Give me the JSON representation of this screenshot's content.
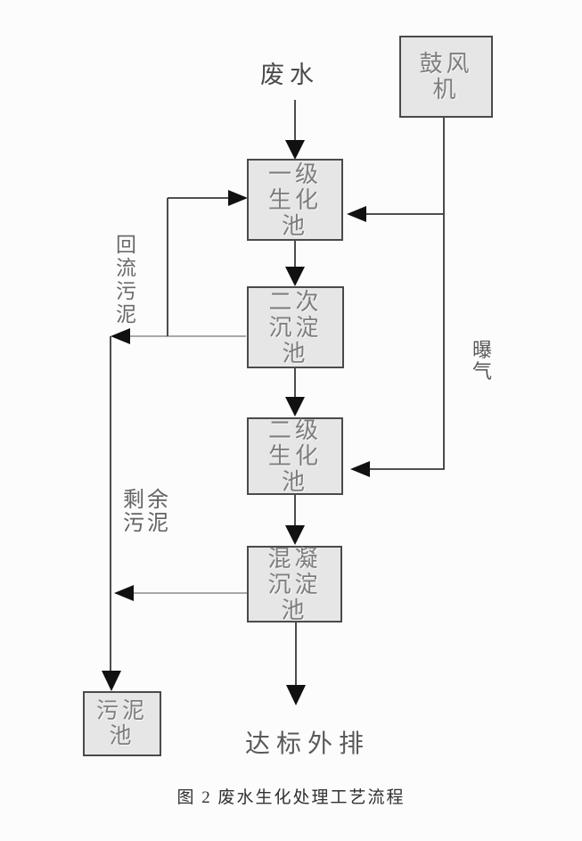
{
  "caption": "图 2 废水生化处理工艺流程",
  "nodes": {
    "blower": "鼓风\n机",
    "primary_bio": "一级\n生化\n池",
    "secondary_sed": "二次\n沉淀\n池",
    "secondary_bio": "二级\n生化\n池",
    "coag_sed": "混凝\n沉淀\n池",
    "sludge_pool": "污泥\n池"
  },
  "labels": {
    "influent": "废水",
    "return_sludge": "回\n流\n污\n泥",
    "excess_sludge": "剩余\n污泥",
    "aeration": "曝\n气",
    "discharge": "达标外排"
  },
  "edges": [
    {
      "from": "废水",
      "to": "一级生化池"
    },
    {
      "from": "一级生化池",
      "to": "二次沉淀池"
    },
    {
      "from": "二次沉淀池",
      "to": "二级生化池"
    },
    {
      "from": "二级生化池",
      "to": "混凝沉淀池"
    },
    {
      "from": "混凝沉淀池",
      "to": "达标外排"
    },
    {
      "from": "二次沉淀池",
      "to": "一级生化池",
      "label": "回流污泥"
    },
    {
      "from": "二次沉淀池",
      "to": "污泥池",
      "label": "剩余污泥"
    },
    {
      "from": "混凝沉淀池",
      "to": "污泥池",
      "label": "剩余污泥"
    },
    {
      "from": "鼓风机",
      "to": "一级生化池",
      "label": "曝气"
    },
    {
      "from": "鼓风机",
      "to": "二级生化池",
      "label": "曝气"
    }
  ],
  "colors": {
    "box_fill": "#e6e6e6",
    "box_border": "#4a4a4a",
    "box_text": "#7e7e7e",
    "line": "#383838",
    "line_light": "#8c8c8c",
    "arrow": "#111111",
    "label_text": "#555555",
    "caption_text": "#303030",
    "background": "#fcfcfc"
  }
}
